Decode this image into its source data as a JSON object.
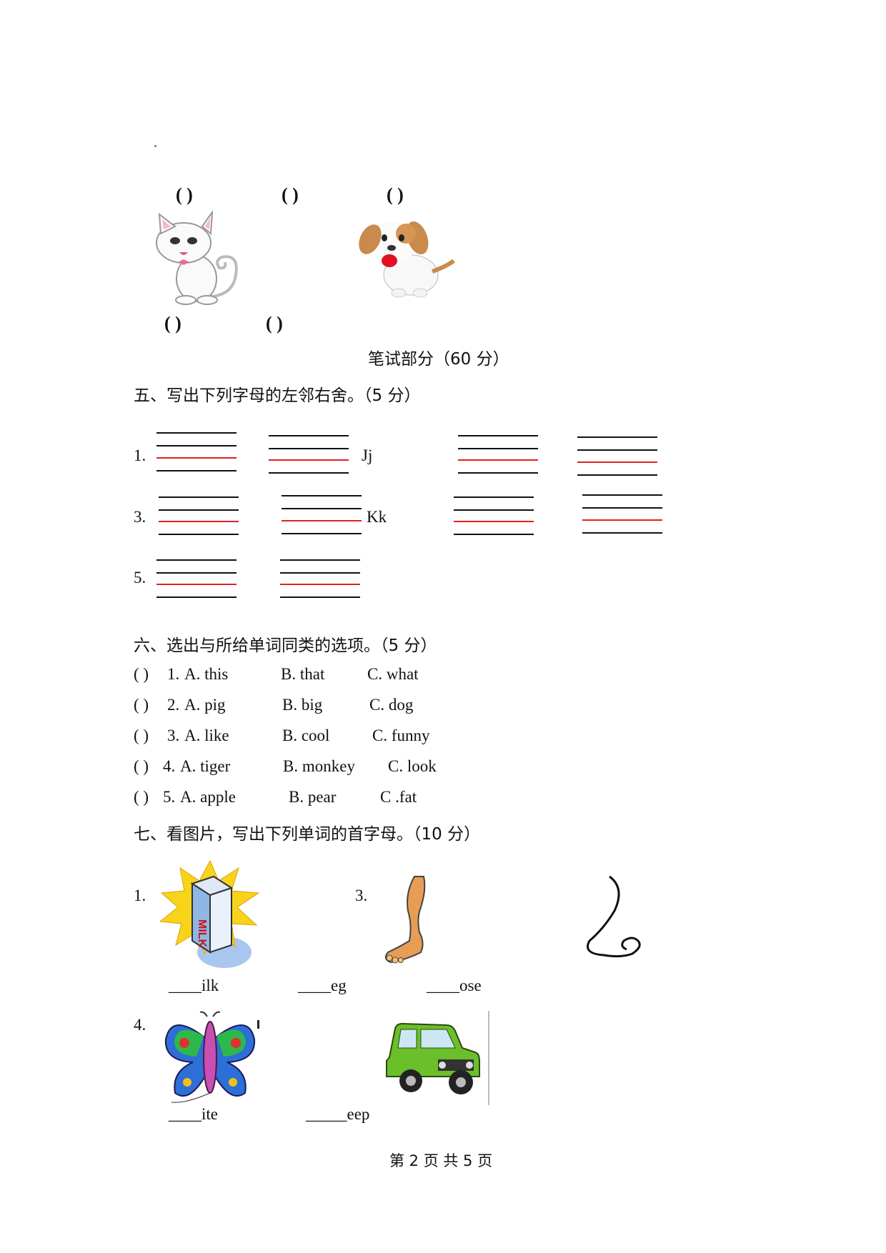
{
  "section4": {
    "parens_top": [
      "(    )",
      "(    )",
      "(    )"
    ],
    "parens_bottom": [
      "(    )",
      "(    )"
    ]
  },
  "written_header": "笔试部分（60 分）",
  "section5": {
    "title": "五、写出下列字母的左邻右舍。（5 分）",
    "rows": [
      {
        "num": "1.",
        "letter": "Jj"
      },
      {
        "num": "3.",
        "letter": "Kk"
      },
      {
        "num": "5.",
        "letter": ""
      }
    ]
  },
  "section6": {
    "title": "六、选出与所给单词同类的选项。（5 分）",
    "items": [
      {
        "paren": "(    )",
        "num": "1.",
        "a": "A. this",
        "b": "B. that",
        "c": "C. what"
      },
      {
        "paren": "(    )",
        "num": "2.",
        "a": "A. pig",
        "b": "B. big",
        "c": "C. dog"
      },
      {
        "paren": "(    )",
        "num": "3.",
        "a": "A. like",
        "b": "B. cool",
        "c": "C. funny"
      },
      {
        "paren": "(    )",
        "num": "4.",
        "a": "A. tiger",
        "b": "B. monkey",
        "c": "C. look"
      },
      {
        "paren": "(    )",
        "num": "5.",
        "a": "A. apple",
        "b": "B. pear",
        "c": "C .fat"
      }
    ]
  },
  "section7": {
    "title": "七、看图片，写出下列单词的首字母。（10 分）",
    "row1_numbers": [
      "1.",
      "3."
    ],
    "row1_blanks": [
      "____ilk",
      "____eg",
      "____ose"
    ],
    "row2_numbers": [
      "4."
    ],
    "row2_blanks": [
      "____ite",
      "_____eep"
    ],
    "milk_label": "MILK"
  },
  "footer": "第 2 页 共 5 页"
}
